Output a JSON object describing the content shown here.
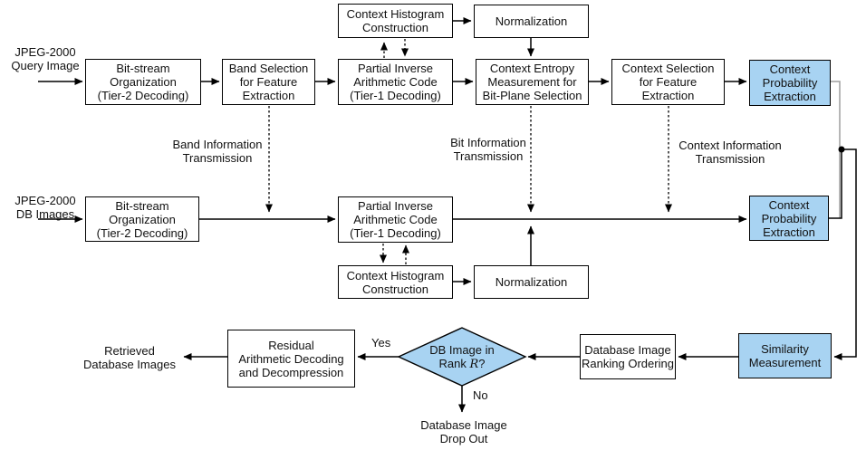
{
  "diagram": {
    "inputs": {
      "query_label": "JPEG-2000\nQuery Image",
      "db_label": "JPEG-2000\nDB Images"
    },
    "boxes": {
      "ctx_hist_top": "Context Histogram\nConstruction",
      "norm_top": "Normalization",
      "bitstream_query": "Bit-stream\nOrganization\n(Tier-2 Decoding)",
      "band_selection": "Band Selection\nfor Feature\nExtraction",
      "partial_query": "Partial Inverse\nArithmetic Code\n(Tier-1 Decoding)",
      "ctx_entropy": "Context Entropy\nMeasurement for\nBit-Plane Selection",
      "ctx_selection": "Context Selection\nfor Feature\nExtraction",
      "ctx_prob_query": "Context\nProbability\nExtraction",
      "bitstream_db": "Bit-stream\nOrganization\n(Tier-2 Decoding)",
      "partial_db": "Partial Inverse\nArithmetic Code\n(Tier-1 Decoding)",
      "ctx_prob_db": "Context\nProbability\nExtraction",
      "ctx_hist_bottom": "Context Histogram\nConstruction",
      "norm_bottom": "Normalization",
      "residual": "Residual\nArithmetic Decoding\nand Decompression",
      "db_ranking": "Database Image\nRanking Ordering",
      "similarity": "Similarity\nMeasurement"
    },
    "decision": {
      "line1": "DB Image in",
      "line2_pre": "Rank ",
      "line2_var": "R",
      "line2_post": "?"
    },
    "edge_labels": {
      "band_info": "Band Information\nTransmission",
      "bit_info": "Bit Information\nTransmission",
      "context_info": "Context Information\nTransmission",
      "yes": "Yes",
      "no": "No"
    },
    "outputs": {
      "retrieved": "Retrieved\nDatabase Images",
      "drop_out": "Database Image\nDrop Out"
    },
    "colors": {
      "highlight_fill": "#a8d3f2",
      "box_border": "#000000",
      "connector_gray": "#9e9e9e"
    }
  }
}
